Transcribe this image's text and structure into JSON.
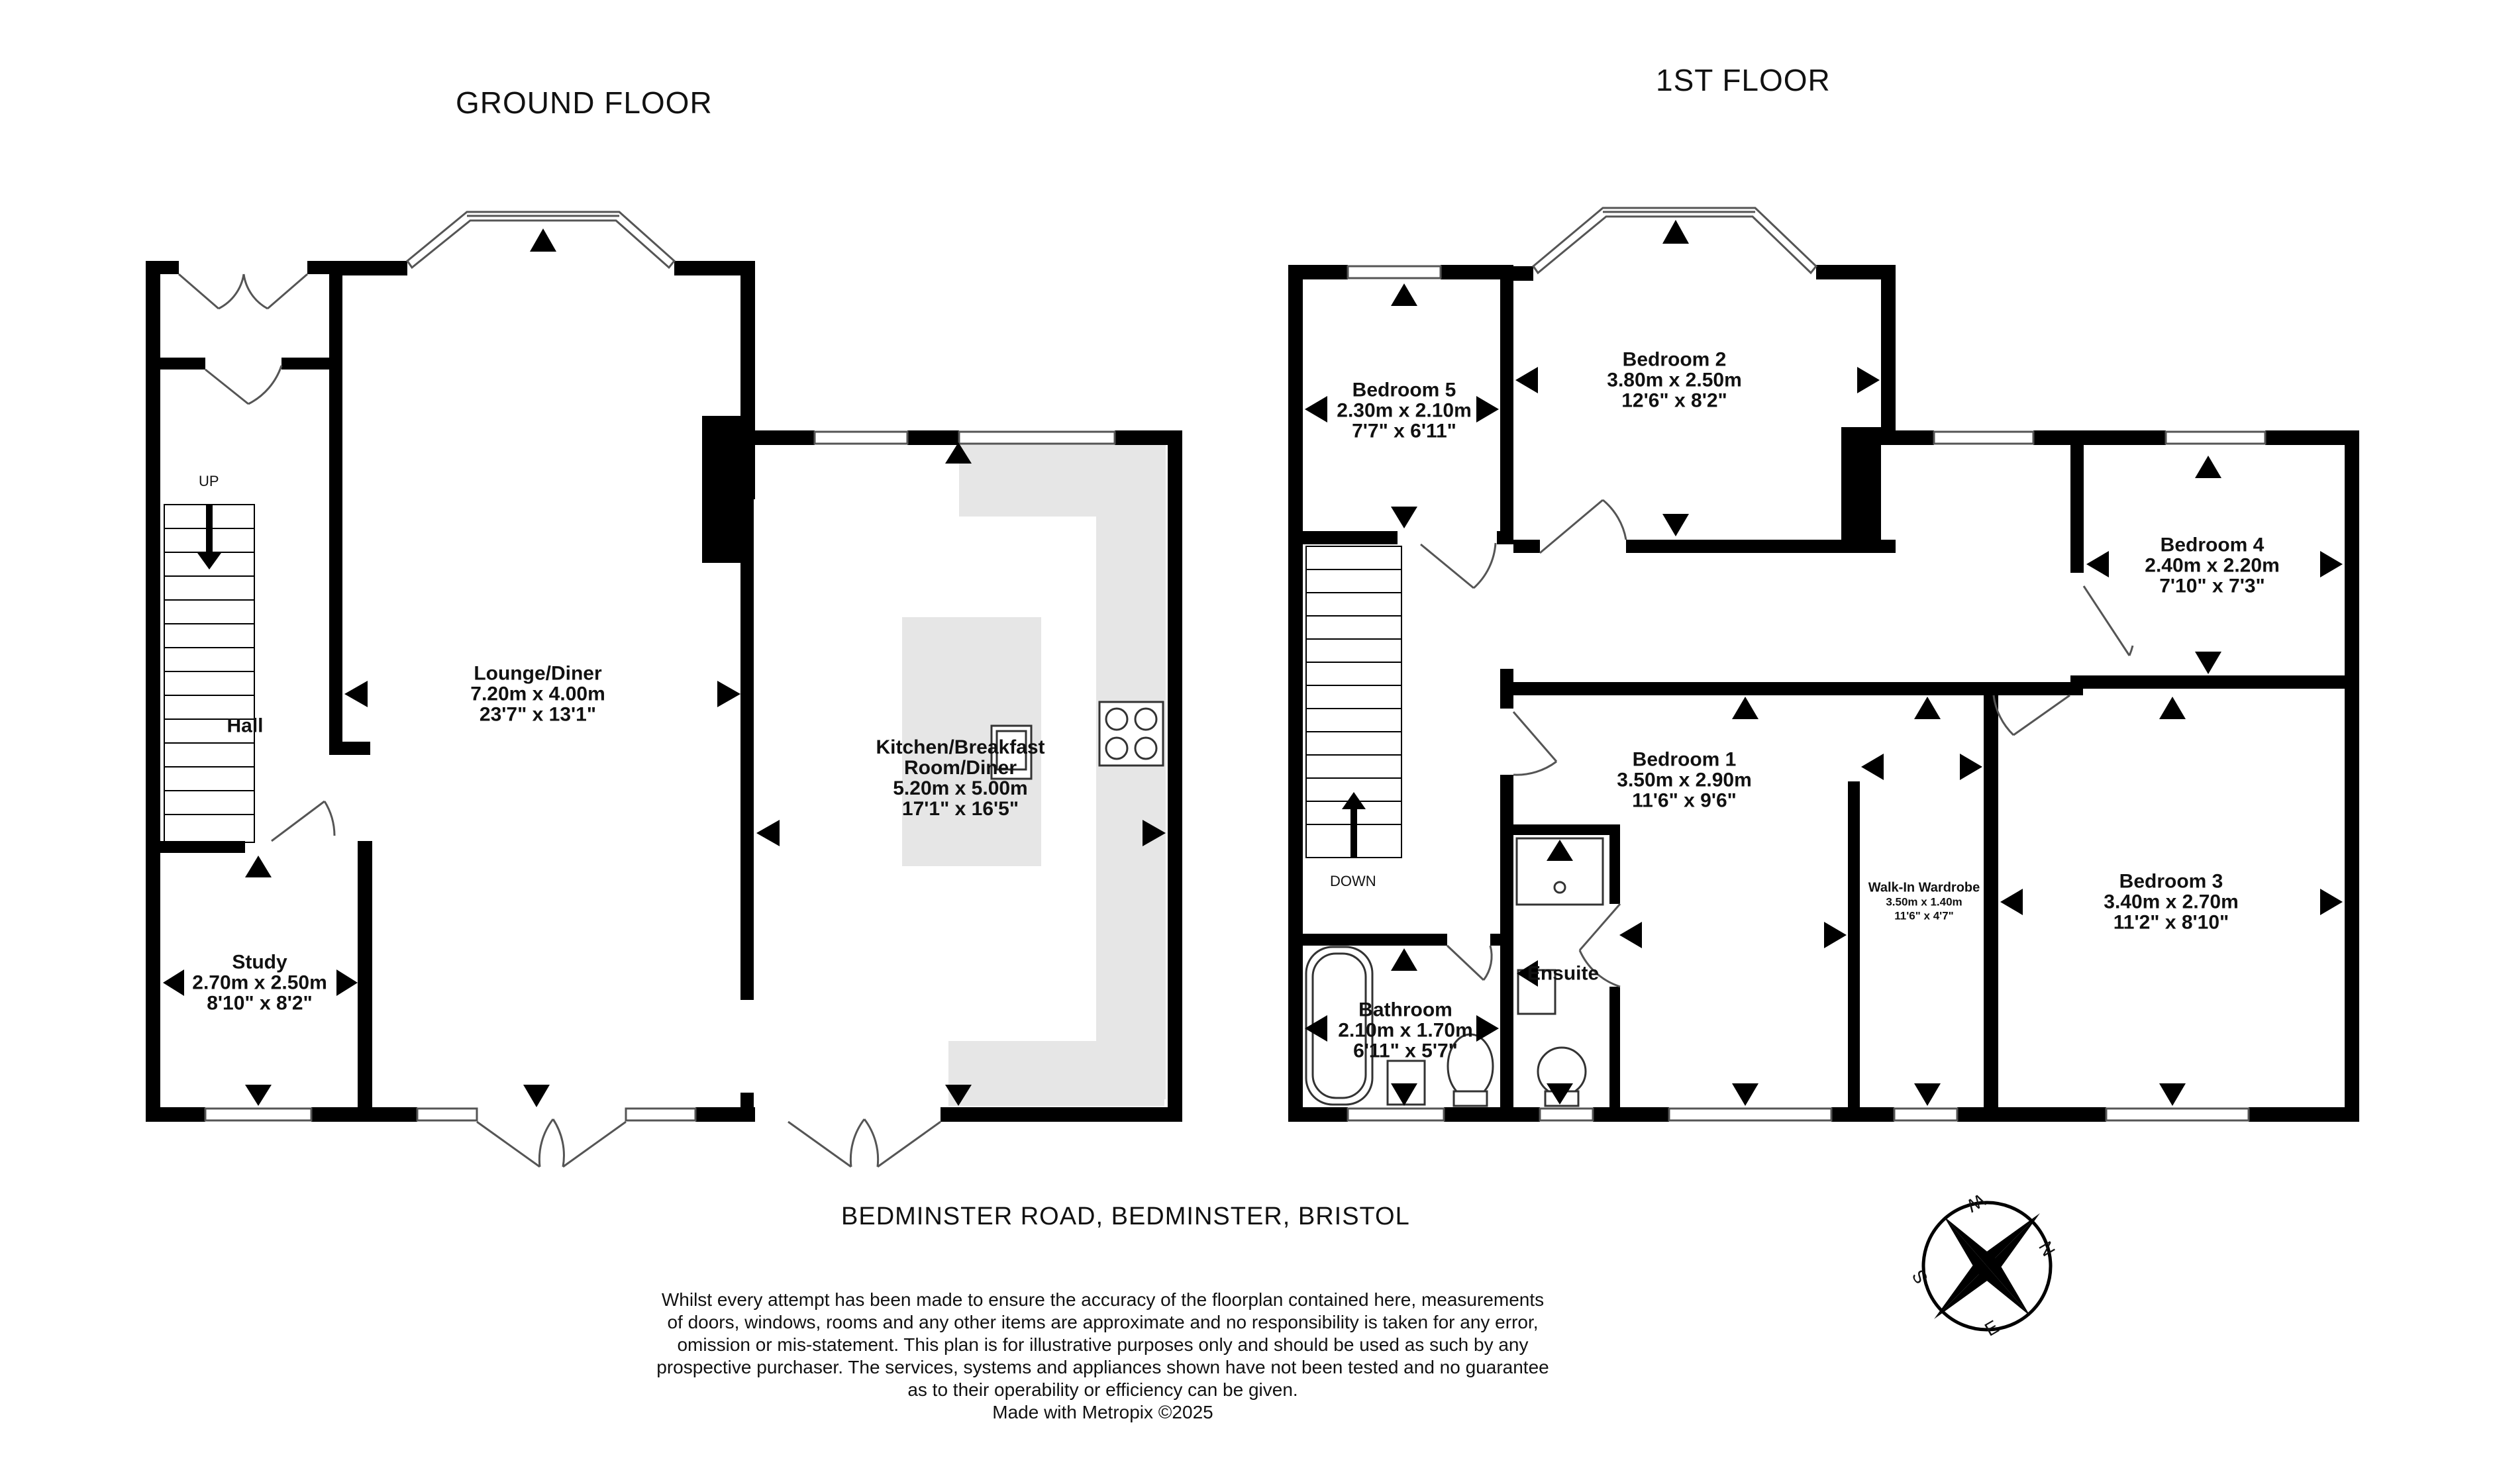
{
  "floors": {
    "ground": {
      "title": "GROUND FLOOR"
    },
    "first": {
      "title": "1ST FLOOR"
    }
  },
  "ground_rooms": {
    "lounge": {
      "name": "Lounge/Diner",
      "metric": "7.20m  x 4.00m",
      "imperial": "23'7\"  x 13'1\""
    },
    "kitchen": {
      "name_line1": "Kitchen/Breakfast",
      "name_line2": "Room/Diner",
      "metric": "5.20m  x 5.00m",
      "imperial": "17'1\"  x 16'5\""
    },
    "hall": {
      "name": "Hall"
    },
    "study": {
      "name": "Study",
      "metric": "2.70m  x 2.50m",
      "imperial": "8'10\"  x 8'2\""
    }
  },
  "first_rooms": {
    "bedroom5": {
      "name": "Bedroom 5",
      "metric": "2.30m  x 2.10m",
      "imperial": "7'7\"  x 6'11\""
    },
    "bedroom2": {
      "name": "Bedroom 2",
      "metric": "3.80m  x 2.50m",
      "imperial": "12'6\"  x 8'2\""
    },
    "bedroom4": {
      "name": "Bedroom 4",
      "metric": "2.40m  x 2.20m",
      "imperial": "7'10\"  x 7'3\""
    },
    "bedroom1": {
      "name": "Bedroom 1",
      "metric": "3.50m  x 2.90m",
      "imperial": "11'6\"  x 9'6\""
    },
    "wardrobe": {
      "name": "Walk-In Wardrobe",
      "metric": "3.50m  x 1.40m",
      "imperial": "11'6\"  x 4'7\""
    },
    "bedroom3": {
      "name": "Bedroom 3",
      "metric": "3.40m  x 2.70m",
      "imperial": "11'2\"  x 8'10\""
    },
    "bathroom": {
      "name": "Bathroom",
      "metric": "2.10m  x 1.70m",
      "imperial": "6'11\"  x 5'7\""
    },
    "ensuite": {
      "name": "Ensuite"
    }
  },
  "stairs": {
    "up": "UP",
    "down": "DOWN"
  },
  "address": "BEDMINSTER ROAD, BEDMINSTER, BRISTOL",
  "compass": {
    "n": "N",
    "e": "E",
    "s": "S",
    "w": "W"
  },
  "disclaimer": {
    "line1": "Whilst every attempt has been made to ensure the accuracy of the floorplan contained here, measurements",
    "line2": "of doors, windows, rooms and any other items are approximate and no responsibility is taken for any error,",
    "line3": "omission or mis-statement. This plan is for illustrative purposes only and should be used as such by any",
    "line4": "prospective purchaser. The services, systems and appliances shown have not been tested and no guarantee",
    "line5": "as to their operability or efficiency can be given.",
    "line6": "Made with Metropix ©2025"
  },
  "colors": {
    "wall": "#000000",
    "kitchen_unit": "#e6e6e6",
    "window_frame": "#666666"
  }
}
